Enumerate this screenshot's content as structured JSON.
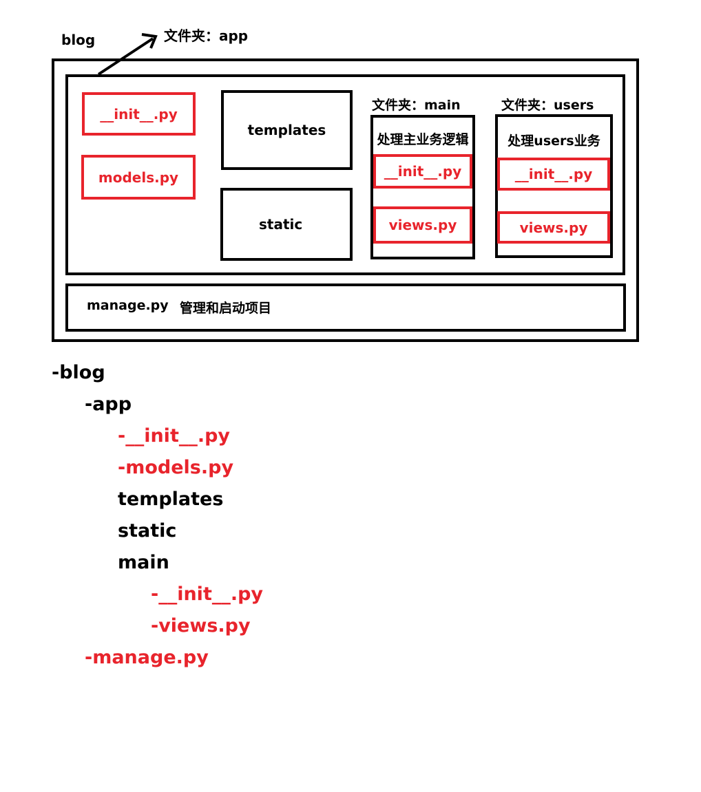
{
  "diagram": {
    "root_label": "blog",
    "app_folder_label": "文件夹：app",
    "app_files": [
      "__init__.py",
      "models.py"
    ],
    "templates_label": "templates",
    "static_label": "static",
    "main": {
      "folder_label": "文件夹：main",
      "description": "处理主业务逻辑",
      "files": [
        "__init__.py",
        "views.py"
      ]
    },
    "users": {
      "folder_label": "文件夹：users",
      "description": "处理users业务",
      "files": [
        "__init__.py",
        "views.py"
      ]
    },
    "manage_label": "manage.py",
    "manage_description": "管理和启动项目"
  },
  "tree": {
    "items": [
      "-blog",
      "-app",
      "-__init__.py",
      "-models.py",
      "templates",
      "static",
      "main",
      "-__init__.py",
      "-views.py",
      "-manage.py"
    ]
  },
  "colors": {
    "text": "#000000",
    "accent": "#e8242c",
    "background": "#ffffff"
  }
}
